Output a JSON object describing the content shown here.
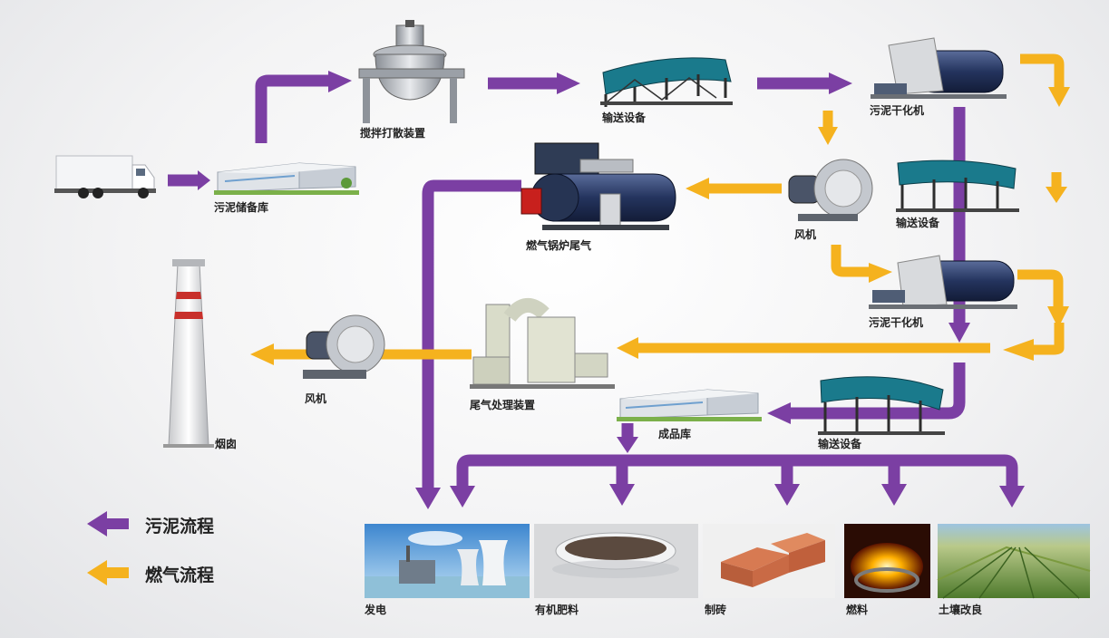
{
  "colors": {
    "sludge": "#7b3fa3",
    "gas": "#f5b21e"
  },
  "labels": {
    "mixer": "搅拌打散装置",
    "conveyor1": "输送设备",
    "dryer1": "污泥干化机",
    "storage": "污泥储备库",
    "boiler": "燃气锅炉尾气",
    "fan1": "风机",
    "conveyor2": "输送设备",
    "dryer2": "污泥干化机",
    "chimney": "烟囱",
    "fan2": "风机",
    "treatment": "尾气处理装置",
    "product": "成品库",
    "conveyor3": "输送设备"
  },
  "legend": {
    "sludge": "污泥流程",
    "gas": "燃气流程"
  },
  "uses": [
    "发电",
    "有机肥料",
    "制砖",
    "燃料",
    "土壤改良"
  ]
}
